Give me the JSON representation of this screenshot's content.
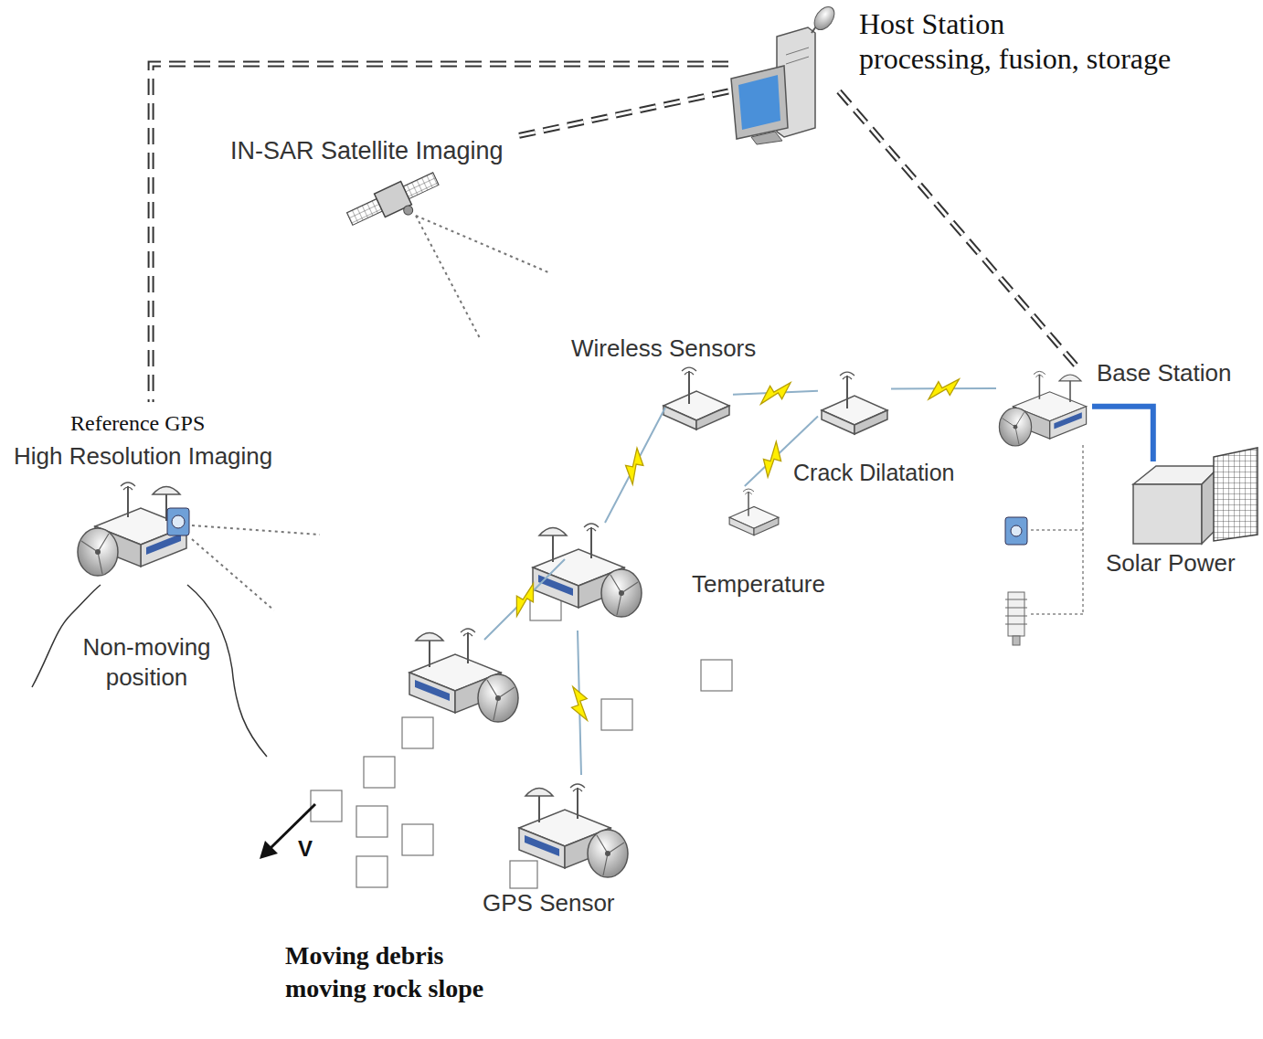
{
  "diagram": {
    "nodes": [
      {
        "text": [
          "Host Station",
          "processing, fusion, storage"
        ]
      },
      {
        "text": [
          "IN-SAR Satellite Imaging"
        ]
      },
      {
        "text": [
          "Reference GPS",
          "High Resolution Imaging"
        ]
      },
      {
        "text": [
          "Base Station"
        ]
      },
      {
        "text": [
          "Solar Power"
        ]
      },
      {
        "text": [
          "Moving debris moving rock slope"
        ]
      },
      {
        "text": [
          "Wireless Sensors"
        ],
        "in": 5
      },
      {
        "text": [
          "Crack Dilatation"
        ],
        "in": 5
      },
      {
        "text": [
          "Temperature"
        ],
        "in": 5
      },
      {
        "text": [
          "GPS Sensor"
        ],
        "in": 5
      }
    ],
    "edges": [
      {
        "from": 0,
        "to": 2,
        "arrow": "none"
      },
      {
        "from": 0,
        "to": 1,
        "arrow": "none"
      },
      {
        "from": 0,
        "to": 3,
        "arrow": "none"
      },
      {
        "from": 6,
        "to": 7,
        "arrow": "none"
      },
      {
        "from": 7,
        "to": 3,
        "arrow": "none"
      },
      {
        "from": 7,
        "to": 8,
        "arrow": "none"
      },
      {
        "from": 3,
        "to": 4,
        "arrow": "none"
      }
    ],
    "labels": [
      "Non-moving position",
      "V"
    ]
  }
}
